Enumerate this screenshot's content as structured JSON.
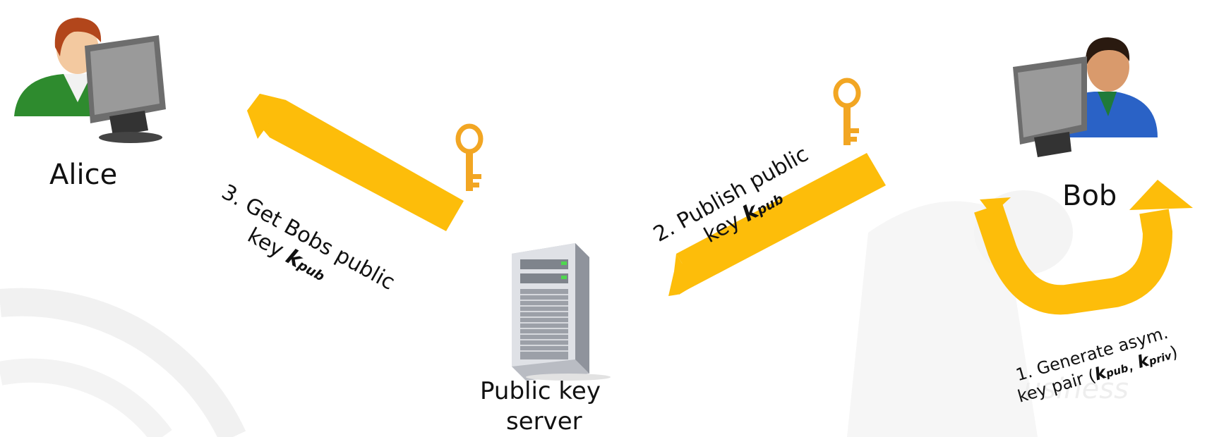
{
  "actors": {
    "alice": {
      "name": "Alice"
    },
    "bob": {
      "name": "Bob"
    },
    "server": {
      "line1": "Public key",
      "line2": "server"
    }
  },
  "steps": {
    "generate": {
      "line1": "1. Generate asym.",
      "line2_prefix": "key pair (",
      "k": "k",
      "sub_pub": "pub",
      "sep": ", ",
      "sub_priv": "priv",
      "close": ")"
    },
    "publish": {
      "line1": "2. Publish public",
      "line2_prefix": "key ",
      "k": "k",
      "sub": "pub"
    },
    "get": {
      "line1": "3. Get Bobs public",
      "line2_prefix": "key ",
      "k": "k",
      "sub": "pub"
    }
  },
  "colors": {
    "arrow": "#FDBD0A",
    "key": "#F2A623",
    "alice_shirt": "#2E8B2E",
    "bob_shirt": "#2A62C6",
    "background_mark": "#ececec"
  },
  "icons": [
    "user-computer-icon",
    "server-tower-icon",
    "key-icon",
    "arrow-icon"
  ]
}
